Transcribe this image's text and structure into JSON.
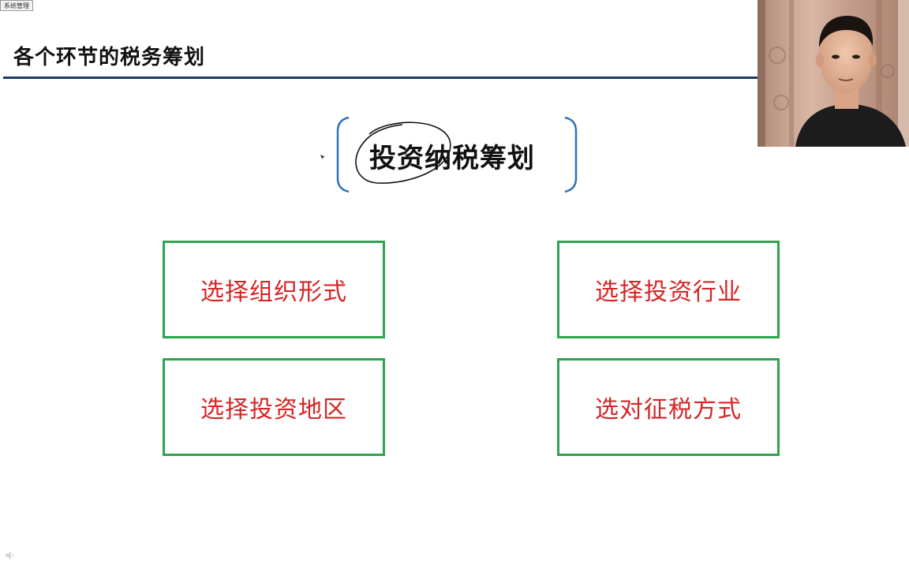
{
  "window": {
    "tag": "系统管理"
  },
  "slide": {
    "title": "各个环节的税务筹划",
    "center_topic": "投资纳税筹划",
    "boxes": [
      {
        "label": "选择组织形式"
      },
      {
        "label": "选择投资行业"
      },
      {
        "label": "选择投资地区"
      },
      {
        "label": "选对征税方式"
      }
    ]
  },
  "colors": {
    "title_rule": "#1f3864",
    "bracket": "#2e75b6",
    "box_border": "#2ea44f",
    "box_text": "#d42626",
    "annotation_ink": "#111111"
  },
  "icons": {
    "cursor": "mouse-pointer-icon",
    "speaker": "speaker-icon"
  }
}
